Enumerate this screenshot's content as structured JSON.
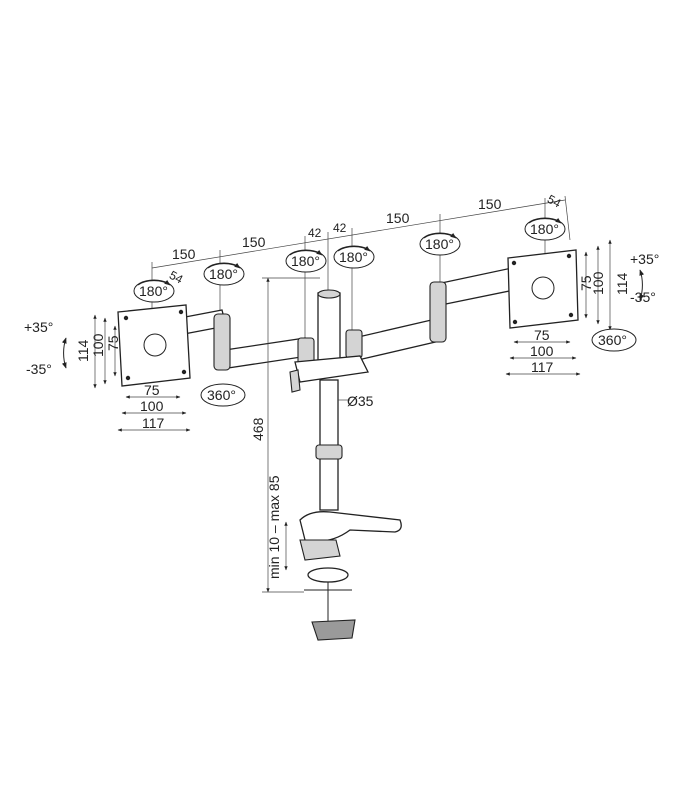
{
  "labels": {
    "arm_left_outer": "150",
    "arm_left_inner": "150",
    "arm_right_inner": "150",
    "arm_right_outer": "150",
    "offset_left": "42",
    "offset_right": "42",
    "depth_left": "54",
    "depth_right": "54",
    "rot180": "180°",
    "rot360": "360°",
    "tilt_plus": "+35°",
    "tilt_minus": "-35°",
    "vesa_75": "75",
    "vesa_100": "100",
    "vesa_117": "117",
    "vesa_h_114": "114",
    "pole_height": "468",
    "pole_diameter": "Ø35",
    "clamp_range": "min 10 – max 85"
  }
}
